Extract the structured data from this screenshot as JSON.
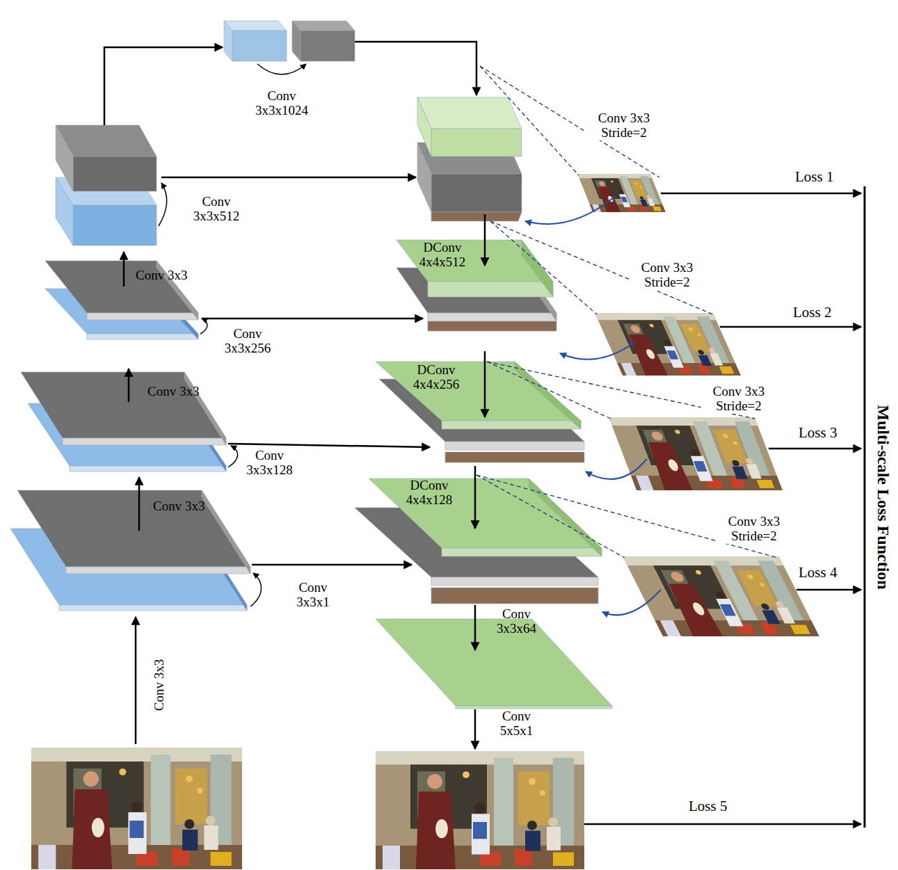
{
  "diagram": {
    "labels": [
      "Conv 3x3x1024",
      "Conv 3x3 Stride=2",
      "Loss 1",
      "Conv 3x3x512",
      "DConv 4x4x512",
      "Conv 3x3",
      "Conv 3x3 Stride=2",
      "Loss 2",
      "Conv 3x3x256",
      "DConv 4x4x256",
      "Conv 3x3",
      "Conv 3x3 Stride=2",
      "Loss 3",
      "Conv 3x3x128",
      "DConv 4x4x128",
      "Conv 3x3",
      "Conv 3x3 Stride=2",
      "Loss 4",
      "Conv 3x3x1",
      "Conv 3x3x64",
      "Conv 3x3",
      "Conv 5x5x1",
      "Loss 5",
      "Multi-scale Loss Function"
    ]
  }
}
